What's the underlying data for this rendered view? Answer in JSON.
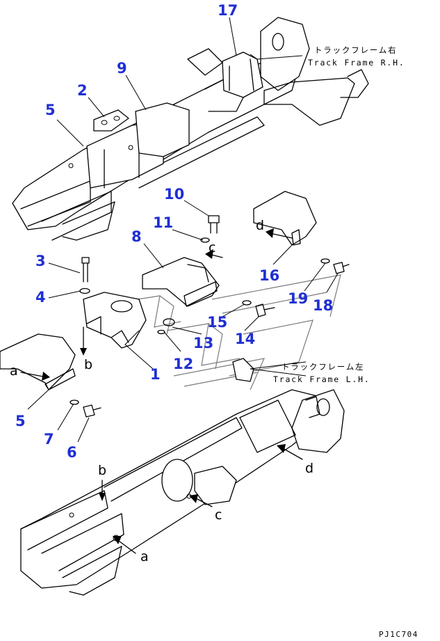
{
  "diagram": {
    "drawing_code": "PJ1C704",
    "frames": {
      "right": {
        "label_jp": "トラックフレーム右",
        "label_en": "Track Frame R.H."
      },
      "left": {
        "label_jp": "トラックフレーム左",
        "label_en": "Track Frame L.H."
      }
    },
    "part_numbers": [
      "1",
      "2",
      "3",
      "4",
      "5",
      "5",
      "6",
      "7",
      "8",
      "9",
      "10",
      "11",
      "12",
      "13",
      "14",
      "15",
      "16",
      "17",
      "18",
      "19"
    ],
    "reference_letters": [
      "a",
      "a",
      "b",
      "b",
      "c",
      "c",
      "d",
      "d"
    ],
    "colors": {
      "part_number": "#1f2fd4",
      "line": "#000000",
      "watermark": "#7a7a7a"
    }
  }
}
